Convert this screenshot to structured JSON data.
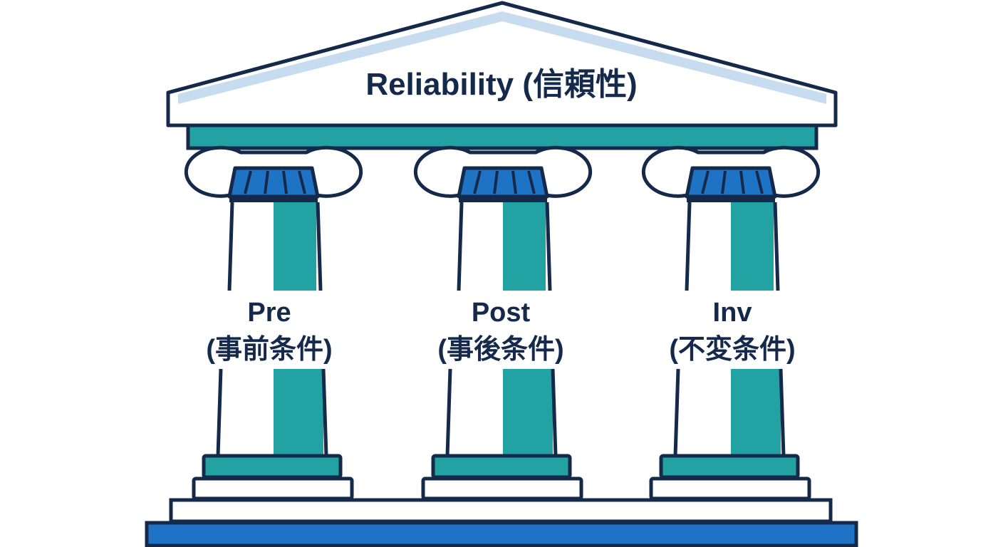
{
  "roof": {
    "title": "Reliability (信頼性)"
  },
  "pillars": [
    {
      "label": "Pre",
      "sublabel": "(事前条件)"
    },
    {
      "label": "Post",
      "sublabel": "(事後条件)"
    },
    {
      "label": "Inv",
      "sublabel": "(不変条件)"
    }
  ],
  "colors": {
    "outline": "#15294b",
    "teal": "#22a2a2",
    "blue": "#1f73c4",
    "roof_light": "#c7dcef",
    "white": "#ffffff"
  }
}
